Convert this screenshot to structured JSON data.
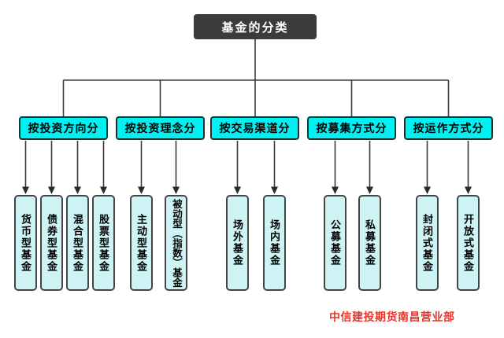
{
  "title": {
    "label": "基金的分类"
  },
  "categories": [
    {
      "label": "按投资方向分",
      "children": [
        "货币型基金",
        "债券型基金",
        "混合型基金",
        "股票型基金"
      ]
    },
    {
      "label": "按投资理念分",
      "children": [
        "主动型基金",
        "被动型（指数）基金"
      ]
    },
    {
      "label": "按交易渠道分",
      "children": [
        "场外基金",
        "场内基金"
      ]
    },
    {
      "label": "按募集方式分",
      "children": [
        "公募基金",
        "私募基金"
      ]
    },
    {
      "label": "按运作方式分",
      "children": [
        "封闭式基金",
        "开放式基金"
      ]
    }
  ],
  "footer": {
    "label": "中信建投期货南昌营业部"
  },
  "colors": {
    "root_fill": "#3b3b3b",
    "category_fill": "#00f1f1",
    "leaf_fill": "#cdf3f5",
    "line": "#3a3a3a",
    "footer_text": "#ea3428"
  }
}
